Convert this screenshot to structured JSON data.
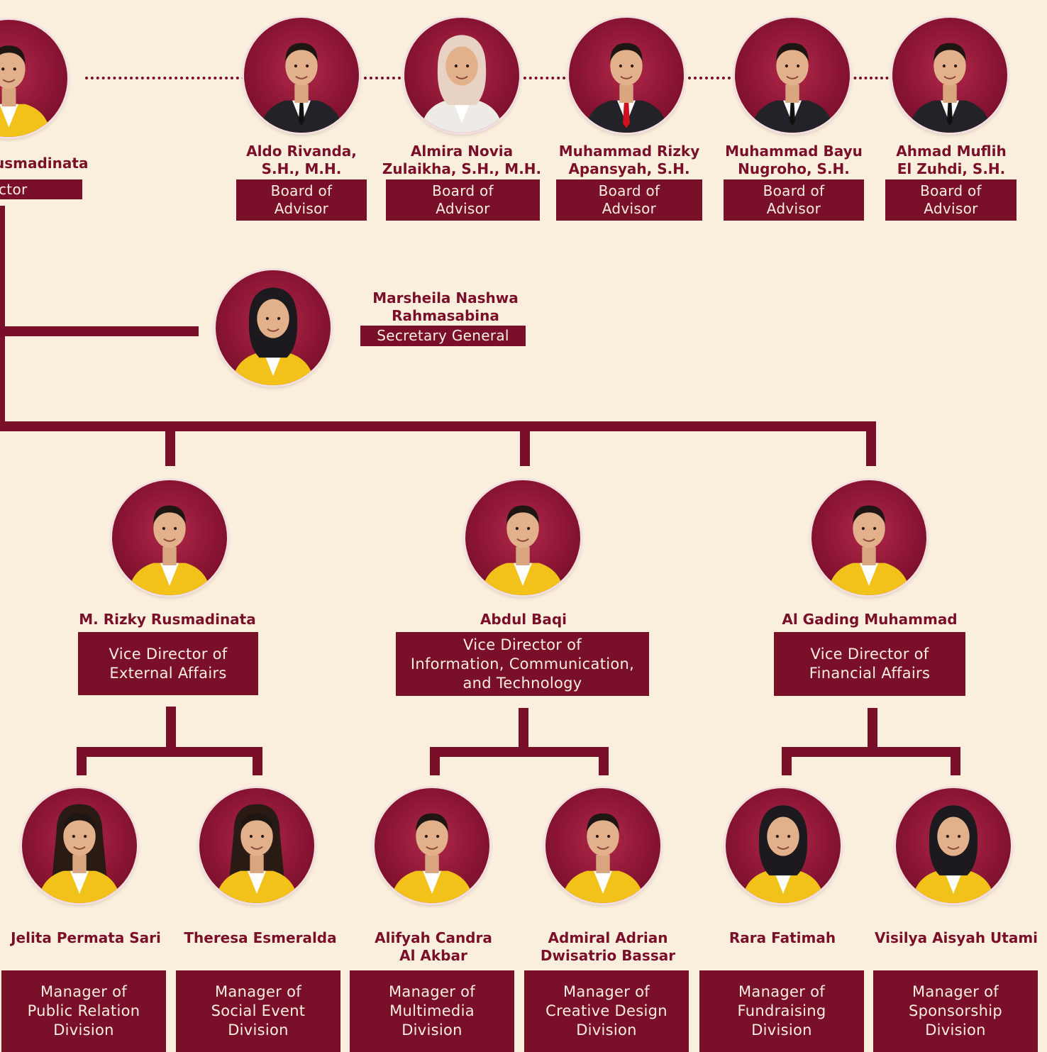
{
  "director": {
    "name_fragment": "usmadinata",
    "role_fragment": "ctor",
    "blazer": "yellow"
  },
  "advisors": [
    {
      "name": "Aldo Rivanda,\nS.H., M.H.",
      "role": "Board of\nAdvisor",
      "attire": "dark-suit"
    },
    {
      "name": "Almira Novia\nZulaikha, S.H., M.H.",
      "role": "Board of\nAdvisor",
      "attire": "hijab-white"
    },
    {
      "name": "Muhammad Rizky\nApansyah, S.H.",
      "role": "Board of\nAdvisor",
      "attire": "dark-suit-red-tie"
    },
    {
      "name": "Muhammad Bayu\nNugroho, S.H.",
      "role": "Board of\nAdvisor",
      "attire": "dark-suit"
    },
    {
      "name": "Ahmad Muflih\nEl Zuhdi, S.H.",
      "role": "Board of\nAdvisor",
      "attire": "dark-suit"
    }
  ],
  "secretary": {
    "name": "Marsheila Nashwa\nRahmasabina",
    "role": "Secretary General",
    "attire": "hijab-yellow"
  },
  "vice_directors": [
    {
      "name": "M. Rizky Rusmadinata",
      "role": "Vice Director  of\nExternal Affairs",
      "attire": "yellow"
    },
    {
      "name": "Abdul Baqi",
      "role": "Vice Director of\nInformation, Communication,\nand Technology",
      "attire": "yellow"
    },
    {
      "name": "Al Gading Muhammad",
      "role": "Vice Director of\nFinancial Affairs",
      "attire": "yellow"
    }
  ],
  "managers": [
    {
      "name": "Jelita Permata Sari",
      "role": "Manager of\nPublic Relation\nDivision",
      "attire": "yellow-long-hair"
    },
    {
      "name": "Theresa Esmeralda",
      "role": "Manager of\nSocial Event\nDivision",
      "attire": "yellow-long-hair"
    },
    {
      "name": "Alifyah Candra\nAl Akbar",
      "role": "Manager of\nMultimedia\nDivision",
      "attire": "yellow"
    },
    {
      "name": "Admiral Adrian\nDwisatrio Bassar",
      "role": "Manager of\nCreative Design\nDivision",
      "attire": "yellow"
    },
    {
      "name": "Rara Fatimah",
      "role": "Manager of\nFundraising\nDivision",
      "attire": "hijab-yellow"
    },
    {
      "name": "Visilya Aisyah Utami",
      "role": "Manager of\nSponsorship\nDivision",
      "attire": "hijab-yellow"
    }
  ],
  "colors": {
    "background": "#f9efdc",
    "maroon": "#7a0f2a",
    "blazer_yellow": "#f2c21b",
    "label_text": "#fbeee0"
  }
}
